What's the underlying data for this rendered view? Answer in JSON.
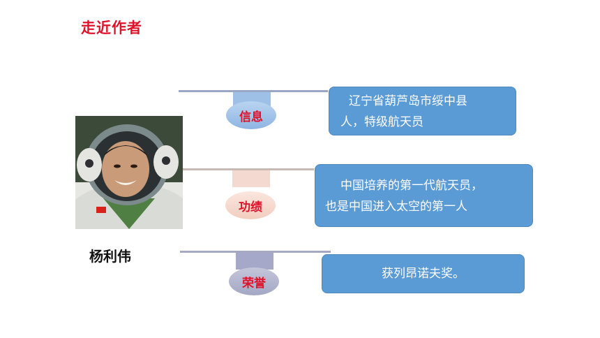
{
  "slide": {
    "title": "走近作者",
    "person_name": "杨利伟",
    "sections": [
      {
        "badge": "信息",
        "text_line1": "辽宁省葫芦岛市绥中县",
        "text_line2": "人，特级航天员"
      },
      {
        "badge": "功绩",
        "text_line1": "中国培养的第一代航天员，",
        "text_line2": "也是中国进入太空的第一人"
      },
      {
        "badge": "荣誉",
        "text_line1": "获列昂诺夫奖。"
      }
    ]
  },
  "colors": {
    "title_red": "#e0122a",
    "box_blue": "#5b9bd5"
  }
}
